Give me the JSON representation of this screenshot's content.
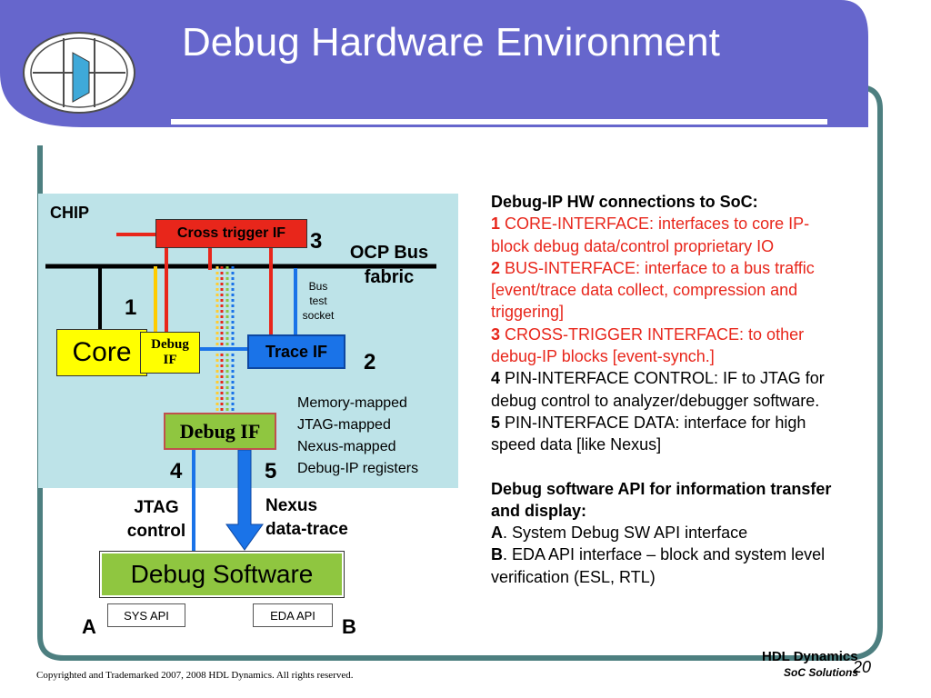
{
  "slide": {
    "title": "Debug Hardware Environment",
    "copyright": "Copyrighted and Trademarked 2007, 2008  HDL Dynamics. All rights reserved.",
    "company": "HDL Dynamics",
    "tagline": "SoC Solutions",
    "page_number": "20"
  },
  "diagram": {
    "chip_label": "CHIP",
    "cross_trigger": "Cross trigger IF",
    "num3": "3",
    "ocp_bus_line1": "OCP Bus",
    "ocp_bus_line2": "fabric",
    "bus_test_1": "Bus",
    "bus_test_2": "test",
    "bus_test_3": "socket",
    "num1": "1",
    "core": "Core",
    "debug_if_small_1": "Debug",
    "debug_if_small_2": "IF",
    "trace_if": "Trace IF",
    "num2": "2",
    "mapping_1": "Memory-mapped",
    "mapping_2": "JTAG-mapped",
    "mapping_3": "Nexus-mapped",
    "mapping_4": "Debug-IP registers",
    "debug_if_big": "Debug IF",
    "num4": "4",
    "num5": "5",
    "jtag_1": "JTAG",
    "jtag_2": "control",
    "nexus_1": "Nexus",
    "nexus_2": "data-trace",
    "debug_software": "Debug Software",
    "sys_api": "SYS API",
    "eda_api": "EDA API",
    "label_a": "A",
    "label_b": "B"
  },
  "right_panel": {
    "heading1": "Debug-IP HW connections to SoC:",
    "p1_num": "1",
    "p1_line1": " CORE-INTERFACE: interfaces to core  IP-",
    "p1_line2": "block debug data/control proprietary IO",
    "p2_num": "2",
    "p2_line1": " BUS-INTERFACE: interface to a bus traffic",
    "p2_line2": "[event/trace data collect, compression and",
    "p2_line3": "triggering]",
    "p3_num": "3",
    "p3_line1": " CROSS-TRIGGER INTERFACE: to other",
    "p3_line2": "debug-IP blocks [event-synch.]",
    "p4_num": "4",
    "p4_line1": " PIN-INTERFACE CONTROL: IF to JTAG for",
    "p4_line2": "debug control to  analyzer/debugger software.",
    "p5_num": "5",
    "p5_line1": " PIN-INTERFACE DATA:  interface for high",
    "p5_line2": "speed data [like Nexus]",
    "heading2_line1": "Debug software API for information transfer",
    "heading2_line2": "and display:",
    "a_label": "A",
    "a_text": ". System Debug SW API interface",
    "b_label": "B",
    "b_text": ". EDA API interface – block and system level",
    "b_line2": " verification (ESL, RTL)"
  },
  "colors": {
    "header_blue": "#6666cc",
    "frame_teal": "#4d7f80",
    "chip_bg": "#bde3e8",
    "red": "#e8261b",
    "yellow": "#ffff00",
    "green": "#8fc640",
    "trace_blue": "#1a73e8"
  }
}
